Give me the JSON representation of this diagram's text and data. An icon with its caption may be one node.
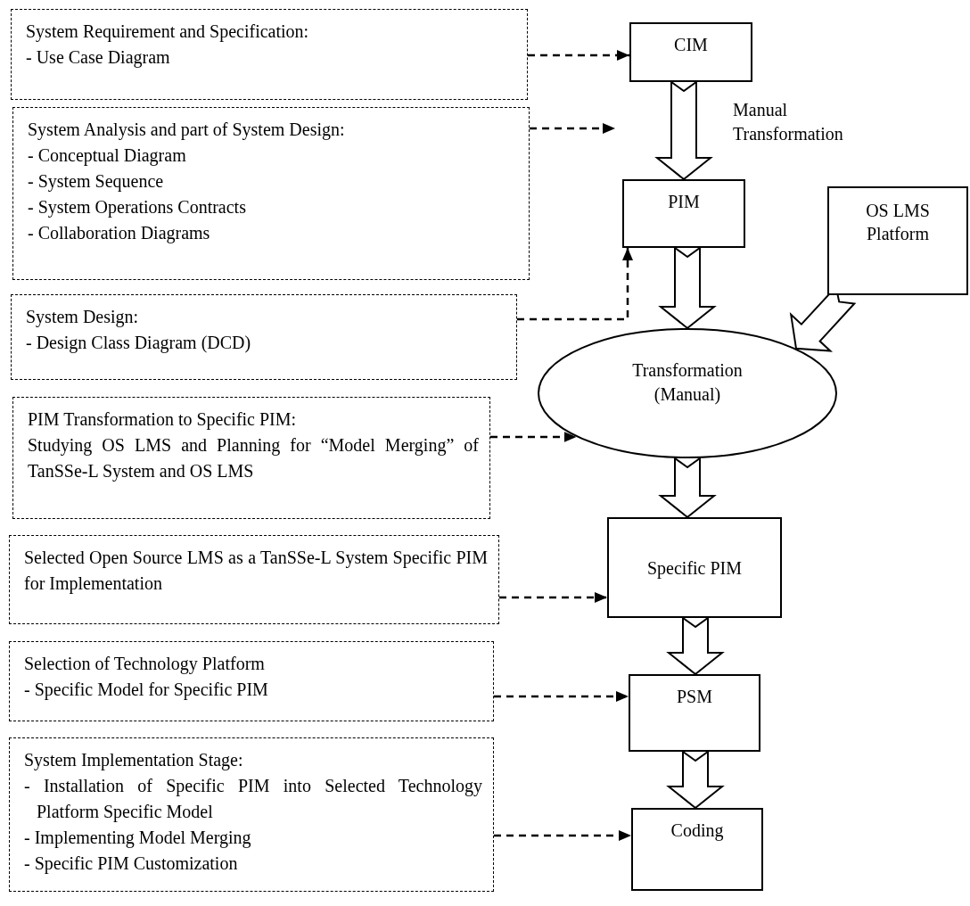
{
  "diagram": {
    "nodes": [
      {
        "text": [
          "System Requirement and Specification:",
          "- Use Case Diagram"
        ]
      },
      {
        "text": [
          "System Analysis and part of System Design:",
          "- Conceptual Diagram",
          "- System Sequence",
          "- System Operations Contracts",
          "- Collaboration Diagrams"
        ]
      },
      {
        "text": [
          "System Design:",
          "- Design Class Diagram (DCD)"
        ]
      },
      {
        "text": [
          "PIM Transformation to Specific PIM:",
          "Studying OS LMS and Planning for “Model Merging” of TanSSe-L System and OS LMS"
        ]
      },
      {
        "text": [
          "Selected Open Source LMS as a TanSSe-L System Specific PIM for Implementation"
        ]
      },
      {
        "text": [
          "Selection of Technology Platform",
          "- Specific Model for Specific PIM"
        ]
      },
      {
        "text": [
          "System Implementation Stage:",
          "- Installation of Specific PIM into Selected Technology Platform Specific Model",
          "- Implementing Model Merging",
          "- Specific PIM Customization"
        ]
      },
      {
        "text": [
          "CIM"
        ]
      },
      {
        "text": [
          "PIM"
        ]
      },
      {
        "text": [
          "OS LMS Platform"
        ]
      },
      {
        "text": [
          "Transformation (Manual)"
        ]
      },
      {
        "text": [
          "Specific PIM"
        ]
      },
      {
        "text": [
          "PSM"
        ]
      },
      {
        "text": [
          "Coding"
        ]
      }
    ],
    "edges": [
      {
        "from": 0,
        "to": 7,
        "arrow": "to",
        "style": "dashed"
      },
      {
        "from": 1,
        "to": null,
        "arrow": "to",
        "style": "dashed"
      },
      {
        "from": 2,
        "to": 8,
        "arrow": "to",
        "style": "dashed"
      },
      {
        "from": 3,
        "to": 10,
        "arrow": "to",
        "style": "dashed"
      },
      {
        "from": 4,
        "to": 11,
        "arrow": "to",
        "style": "dashed"
      },
      {
        "from": 5,
        "to": 12,
        "arrow": "to",
        "style": "dashed"
      },
      {
        "from": 6,
        "to": 13,
        "arrow": "to",
        "style": "dashed"
      },
      {
        "from": 7,
        "to": 8,
        "arrow": "to",
        "style": "thick",
        "label": "Manual Transformation"
      },
      {
        "from": 8,
        "to": 10,
        "arrow": "to",
        "style": "thick"
      },
      {
        "from": 9,
        "to": 10,
        "arrow": "to",
        "style": "thick"
      },
      {
        "from": 10,
        "to": 11,
        "arrow": "to",
        "style": "thick"
      },
      {
        "from": 11,
        "to": 12,
        "arrow": "to",
        "style": "thick"
      },
      {
        "from": 12,
        "to": 13,
        "arrow": "to",
        "style": "thick"
      }
    ]
  }
}
